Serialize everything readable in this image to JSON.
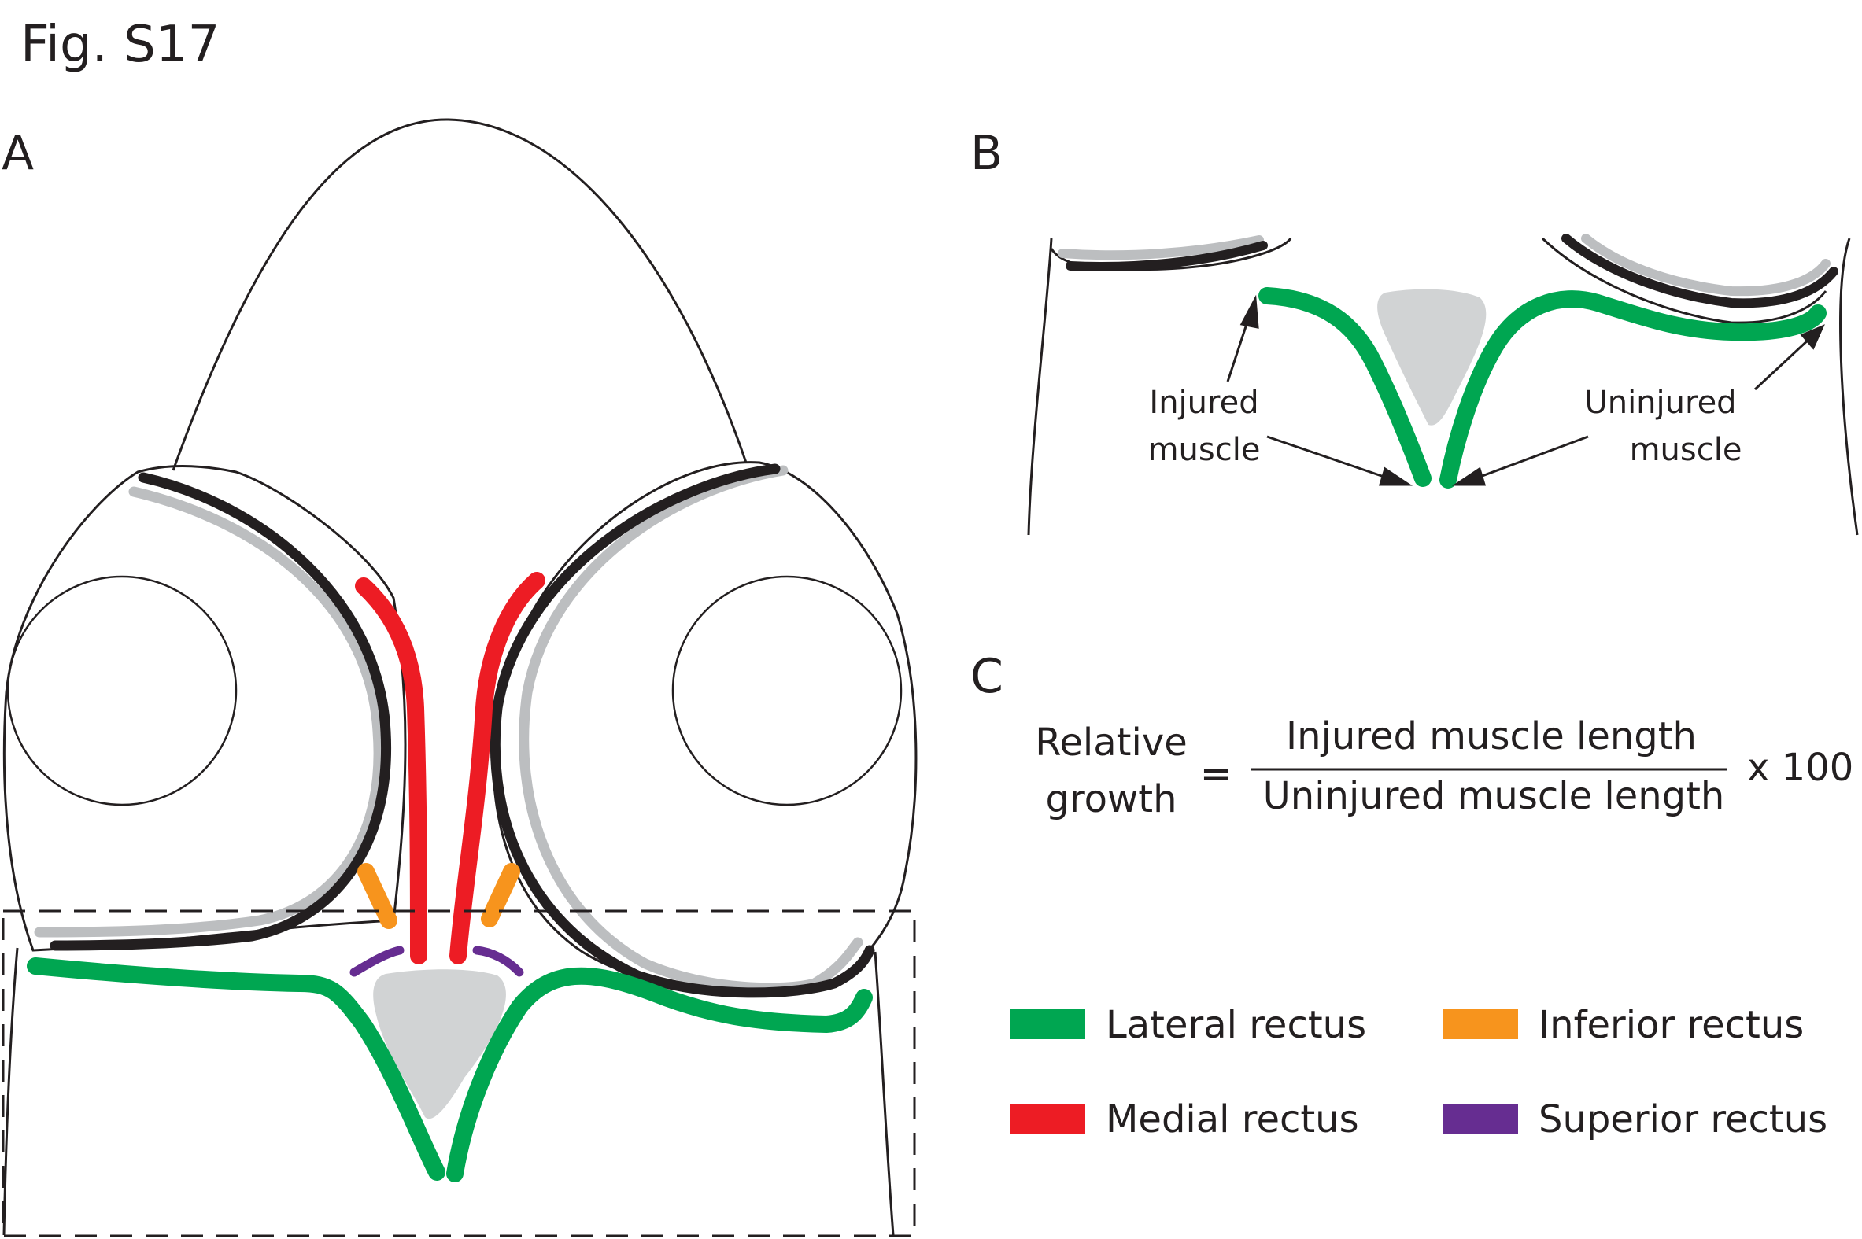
{
  "figure": {
    "title": "Fig. S17"
  },
  "panel_a": {
    "label": "A"
  },
  "panel_b": {
    "label": "B",
    "injured_line1": "Injured",
    "injured_line2": "muscle",
    "uninjured_line1": "Uninjured",
    "uninjured_line2": "muscle"
  },
  "panel_c": {
    "label": "C",
    "lhs_line1": "Relative",
    "lhs_line2": "growth",
    "equals": "=",
    "numerator": "Injured muscle length",
    "denominator": "Uninjured muscle length",
    "multiplier": "x 100"
  },
  "legend": [
    {
      "label": "Lateral rectus",
      "color": "#00a651"
    },
    {
      "label": "Inferior rectus",
      "color": "#f7941d"
    },
    {
      "label": "Medial rectus",
      "color": "#ed1c24"
    },
    {
      "label": "Superior rectus",
      "color": "#662d91"
    }
  ],
  "colors": {
    "lateral": "#00a651",
    "medial": "#ed1c24",
    "inferior": "#f7941d",
    "superior": "#662d91",
    "cartilage": "#d1d3d4",
    "outline": "#231f20",
    "retina_gray": "#bcbec0"
  }
}
